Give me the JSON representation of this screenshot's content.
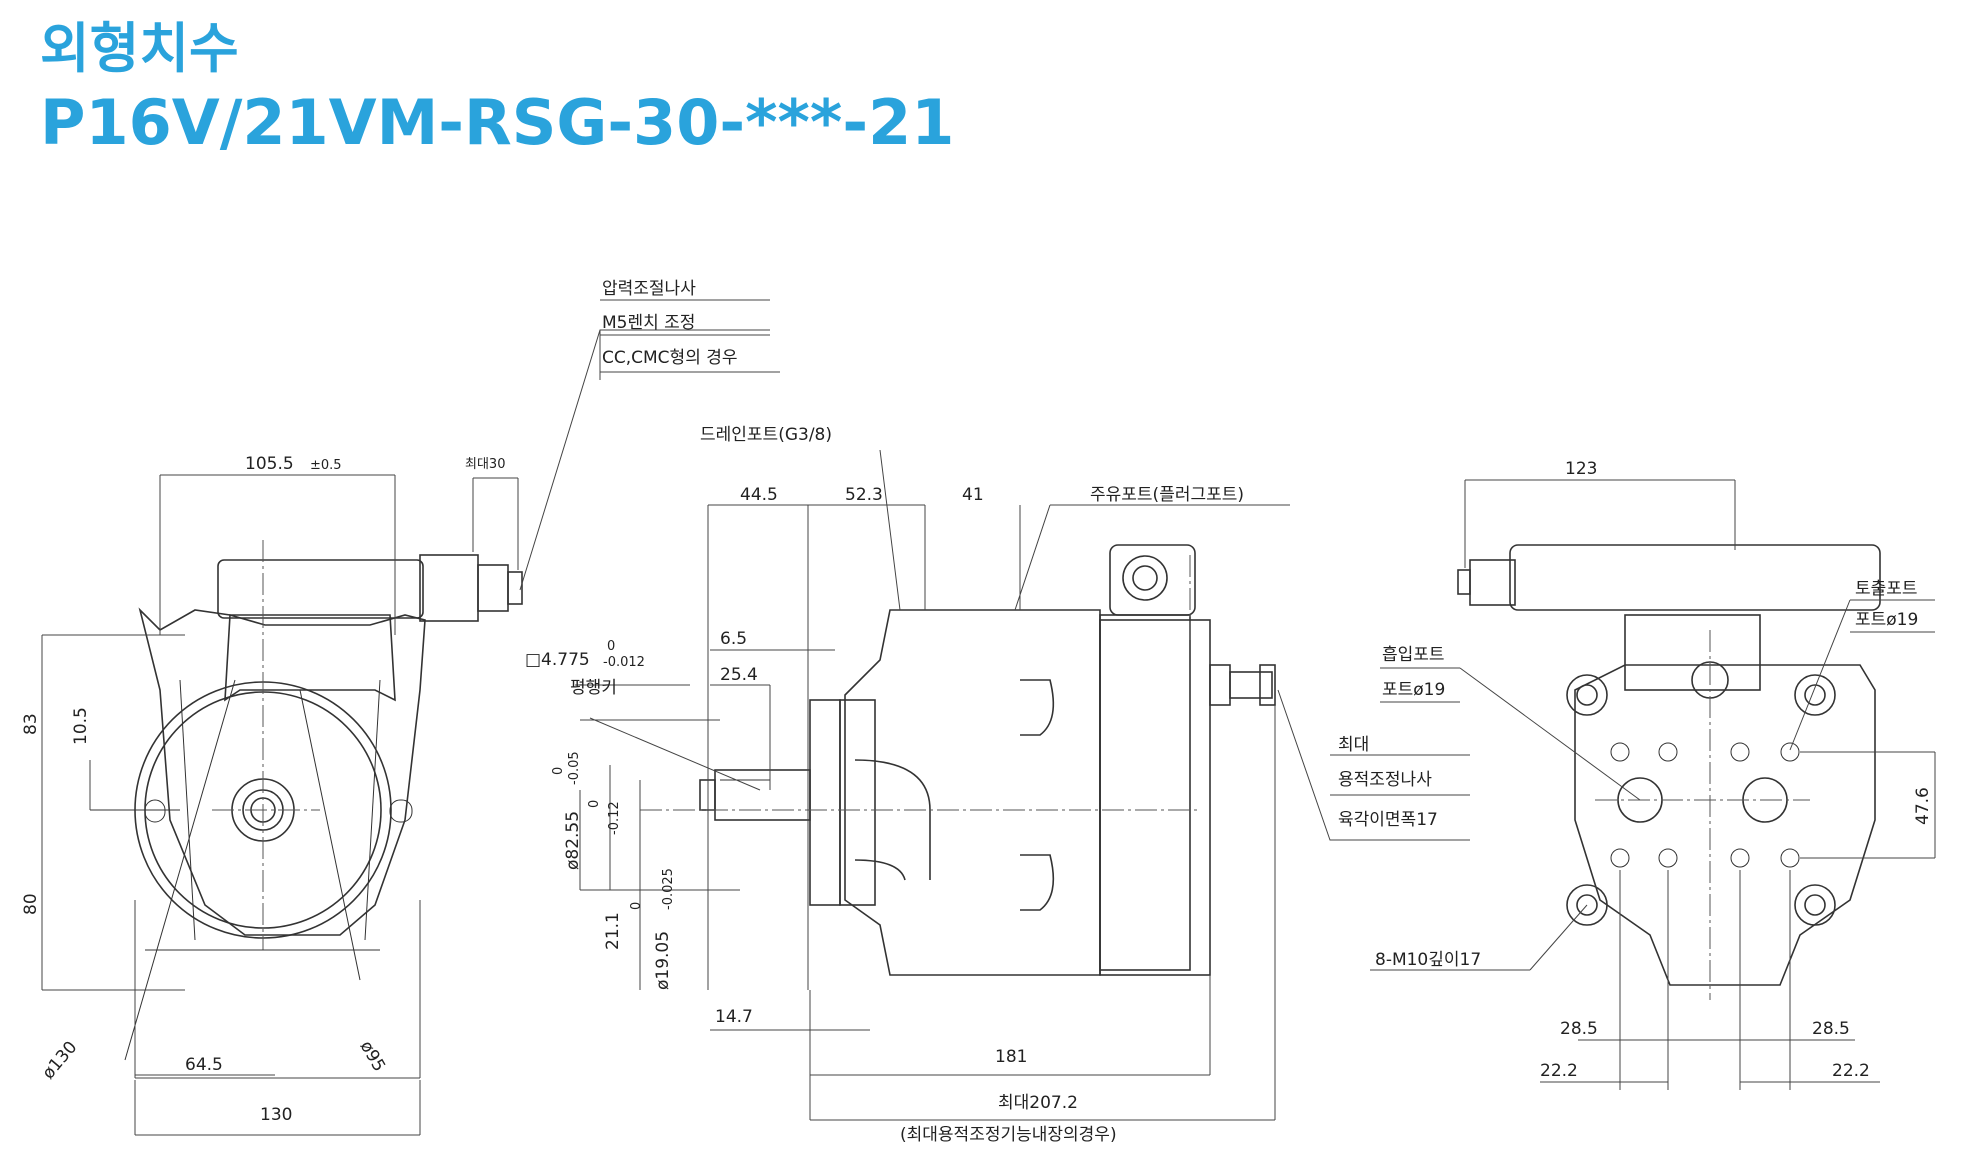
{
  "title": {
    "line1": "외형치수",
    "line2": "P16V/21VM-RSG-30-***-21"
  },
  "labels": {
    "pressure_adj_1": "압력조절나사",
    "pressure_adj_2": "M5렌치 조정",
    "pressure_adj_3": "CC,CMC형의 경우",
    "drain_port": "드레인포트(G3/8)",
    "fill_port": "주유포트(플러그포트)",
    "key_size": "□4.775",
    "key_tol": "-0.012",
    "key_tol_top": "0",
    "parallel_key": "평행키",
    "max_label": "최대",
    "vol_adj_screw": "용적조정나사",
    "hex_17": "육각이면폭17",
    "suction_port": "흡입포트",
    "suction_size": "포트ø19",
    "discharge_port": "토출포트",
    "discharge_size": "포트ø19",
    "bolt_holes": "8-M10깊이17",
    "max_total": "최대207.2",
    "max_total_note": "(최대용적조정기능내장의경우)"
  },
  "dims": {
    "d105": "105.5",
    "d105_tol": "±0.5",
    "max30": "최대30",
    "d83": "83",
    "d10_5": "10.5",
    "d80": "80",
    "d130dia": "ø130",
    "d95dia": "ø95",
    "d64_5": "64.5",
    "d130": "130",
    "d44_5": "44.5",
    "d52_3": "52.3",
    "d41": "41",
    "d6_5": "6.5",
    "d25_4": "25.4",
    "d82_55": "ø82.55",
    "d82_tol_a": "0",
    "d82_tol_b": "-0.05",
    "d21_1": "21.1",
    "d21_tol_a": "0",
    "d21_tol_b": "-0.12",
    "d19_05": "ø19.05",
    "d19_tol_a": "0",
    "d19_tol_b": "-0.025",
    "d14_7": "14.7",
    "d181": "181",
    "d123": "123",
    "d47_6": "47.6",
    "d28_5_l": "28.5",
    "d28_5_r": "28.5",
    "d22_2_l": "22.2",
    "d22_2_r": "22.2"
  }
}
